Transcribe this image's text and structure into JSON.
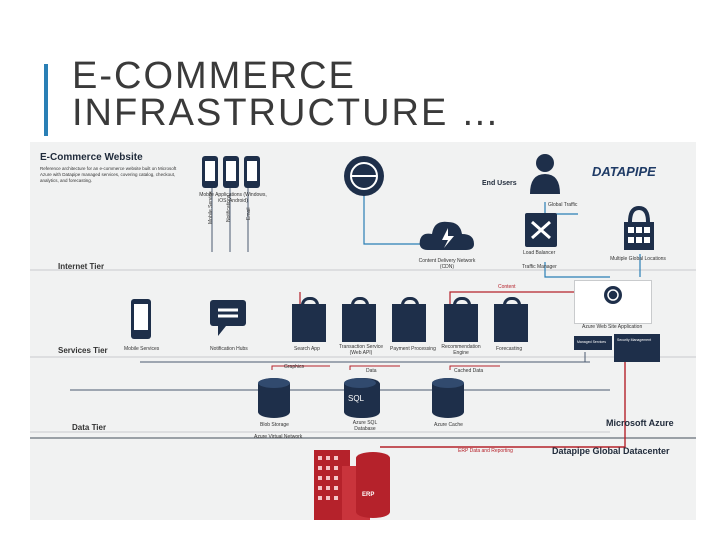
{
  "slide": {
    "title_line1": "E-COMMERCE",
    "title_line2": "INFRASTRUCTURE …"
  },
  "diagram": {
    "heading": "E-Commerce Website",
    "description": "Reference architecture for an e-commerce website built on Microsoft Azure with Datapipe managed services, covering catalog, checkout, analytics, and forecasting.",
    "brand": "DATAPIPE",
    "end_users": "End Users",
    "tiers": {
      "internet": "Internet Tier",
      "services": "Services Tier",
      "data": "Data Tier"
    },
    "microsoft_azure": "Microsoft Azure",
    "datapipe_dc": "Datapipe Global Datacenter",
    "labels": {
      "mobile_apps": "Mobile Applications (Windows, iOS, Android)",
      "mobile_service": "Mobile Service",
      "notification": "Notifications",
      "email": "Email",
      "cdn": "Content Delivery Network (CDN)",
      "load_balancer": "Load Balancer",
      "traffic_manager": "Traffic Manager",
      "global_traffic": "Global Traffic",
      "social_locations": "Multiple Global Locations",
      "content": "Content",
      "web_app": "Azure Web Site Application",
      "mobile_services": "Mobile Services",
      "notification_hubs": "Notification Hubs",
      "search_app": "Search App",
      "transaction_service": "Transaction Service (Web API)",
      "payment_processing": "Payment Processing",
      "recommendation": "Recommendation Engine",
      "forecasting": "Forecasting",
      "graphics": "Graphics",
      "data": "Data",
      "cached_data": "Cached Data",
      "blob_storage": "Blob Storage",
      "azure_sql": "Azure SQL Database",
      "azure_cache": "Azure Cache",
      "vnet": "Azure Virtual Network",
      "erp_link": "ERP Data and Reporting",
      "erp": "ERP",
      "managed": "Managed Services",
      "security": "Security Management"
    },
    "colors": {
      "navy": "#1e2f4a",
      "red": "#b5222b",
      "blue": "#2a7fb5",
      "panel": "#f1f2f2"
    }
  }
}
